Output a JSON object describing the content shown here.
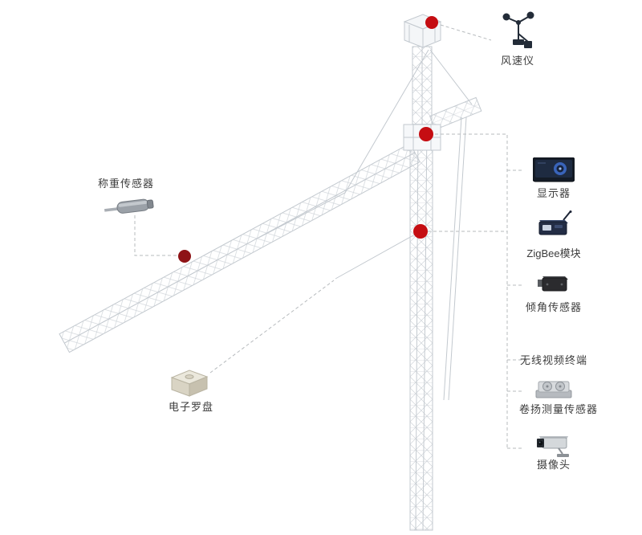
{
  "diagram": {
    "type": "tower-crane-monitoring-system",
    "callouts": {
      "anemometer": {
        "label": "风速仪"
      },
      "weight_sensor": {
        "label": "称重传感器"
      },
      "compass": {
        "label": "电子罗盘"
      }
    },
    "component_list": [
      {
        "id": "display",
        "label": "显示器"
      },
      {
        "id": "zigbee_module",
        "label": "ZigBee模块"
      },
      {
        "id": "tilt_sensor",
        "label": "倾角传感器"
      },
      {
        "id": "wireless_video_terminal",
        "label": "无线视频终端"
      },
      {
        "id": "hoist_measure_sensor",
        "label": "卷扬测量传感器"
      },
      {
        "id": "camera",
        "label": "摄像头"
      }
    ],
    "colors": {
      "marker_red": "#c50d12",
      "marker_dark_red": "#8e1316",
      "crane_line": "#c6ccd2",
      "dashed_line": "#b7bbbe",
      "label_text": "#3c3c3c"
    }
  }
}
